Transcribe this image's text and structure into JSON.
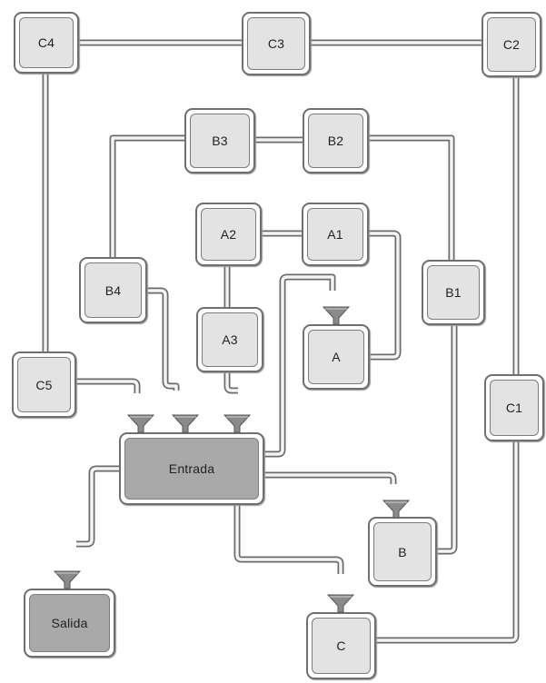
{
  "nodes": {
    "c4": "C4",
    "c3": "C3",
    "c2": "C2",
    "c1": "C1",
    "c5": "C5",
    "b3": "B3",
    "b2": "B2",
    "b4": "B4",
    "b1": "B1",
    "a2": "A2",
    "a1": "A1",
    "a3": "A3",
    "a": "A",
    "entrada": "Entrada",
    "b": "B",
    "c": "C",
    "salida": "Salida"
  },
  "colors": {
    "pipe": "#6b6b6b",
    "pipe_fill": "#f4f4f4",
    "box_fill": "#e3e3e3",
    "dark_box_fill": "#a9a9a9",
    "funnel": "#8a8a8a"
  }
}
